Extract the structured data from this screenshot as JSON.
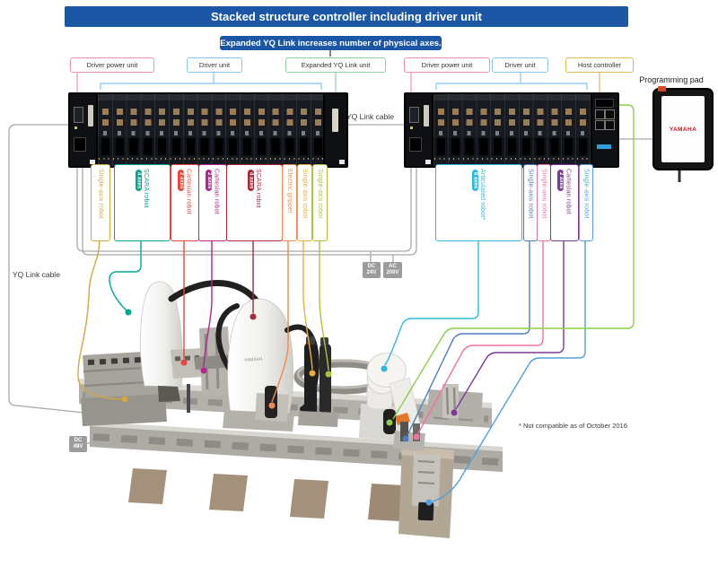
{
  "title": "Stacked structure controller including driver unit",
  "callout": "Expanded YQ Link increases number of physical axes.",
  "unit_labels": {
    "left_power": "Driver power unit",
    "left_driver": "Driver unit",
    "yq_unit": "Expanded YQ Link unit",
    "right_power": "Driver power unit",
    "right_driver": "Driver unit",
    "host": "Host controller",
    "pad": "Programming pad"
  },
  "cables": {
    "yq_left": "YQ Link cable",
    "yq_mid": "YQ Link cable"
  },
  "power_badges": {
    "dc24": [
      "DC",
      "24V"
    ],
    "ac200": [
      "AC",
      "200V"
    ],
    "dc48": [
      "DC",
      "48V"
    ]
  },
  "robot_labels": {
    "left": [
      {
        "text": "Single-axis robot",
        "axes": ""
      },
      {
        "text": "SCARA robot",
        "axes": "4 axes"
      },
      {
        "text": "Cartesian robot",
        "axes": "2 axes"
      },
      {
        "text": "Cartesian robot",
        "axes": "2 axes"
      },
      {
        "text": "SCARA robot",
        "axes": "4 axes"
      },
      {
        "text": "Electric gripper",
        "axes": ""
      },
      {
        "text": "Single-axis robot",
        "axes": ""
      },
      {
        "text": "Single-axis robot",
        "axes": ""
      }
    ],
    "right": [
      {
        "text": "Articulated robot",
        "axes": "6 axes",
        "mark": "*"
      },
      {
        "text": "Single-axis robot",
        "axes": ""
      },
      {
        "text": "Single-axis robot",
        "axes": ""
      },
      {
        "text": "Cartesian robot",
        "axes": "2 axes"
      },
      {
        "text": "Single-axis robot",
        "axes": ""
      }
    ]
  },
  "note": "* Not compatible as of October 2016",
  "brand": "YAMAHA",
  "colors": {
    "title_blue": "#1b57a5",
    "border_pink": "#f291b4",
    "border_blue": "#85c8ec",
    "border_green": "#8fd0a8",
    "border_gold": "#d9bc55",
    "gold": "#cfa93f",
    "teal": "#00a88e",
    "red": "#e8473b",
    "magenta": "#b0268c",
    "dark_red": "#a82a38",
    "orange": "#f08a4e",
    "yellow": "#f0ad38",
    "yellow_green": "#a9c43c",
    "cyan": "#2fb8dc",
    "blue": "#4d7dbe",
    "pink": "#f272a2",
    "purple": "#7d3996",
    "light_blue": "#52a0dc",
    "host_green": "#8ccf4c",
    "gray_line": "#a9a9a9",
    "badge_gray": "#9c9c9c",
    "brand_red": "#cc1122"
  }
}
